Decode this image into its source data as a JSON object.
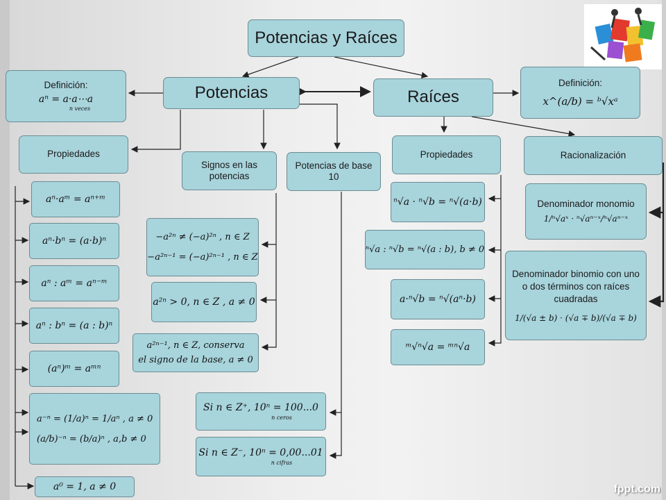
{
  "title": "Potencias y Raíces",
  "potencias": {
    "label": "Potencias",
    "definicion_label": "Definición:",
    "definicion_formula": "aⁿ = a·a⋯a",
    "definicion_under": "n veces",
    "propiedades_label": "Propiedades",
    "signos_label": "Signos en las potencias",
    "base10_label": "Potencias de base 10",
    "propiedades": [
      "aⁿ·aᵐ = aⁿ⁺ᵐ",
      "aⁿ·bⁿ = (a·b)ⁿ",
      "aⁿ : aᵐ = aⁿ⁻ᵐ",
      "aⁿ : bⁿ = (a : b)ⁿ",
      "(aⁿ)ᵐ = aᵐⁿ",
      "a⁻ⁿ = (1/a)ⁿ = 1/aⁿ , a ≠ 0",
      "(a/b)⁻ⁿ = (b/a)ⁿ , a,b ≠ 0",
      "a⁰ = 1, a ≠ 0"
    ],
    "signos": [
      "−a²ⁿ ≠ (−a)²ⁿ , n ∈ Z",
      "−a²ⁿ⁻¹ = (−a)²ⁿ⁻¹ , n ∈ Z",
      "a²ⁿ > 0, n ∈ Z , a ≠ 0",
      "a²ⁿ⁻¹, n ∈ Z, conserva",
      "el signo de la base, a ≠ 0"
    ],
    "base10": [
      "Si n ∈ Z⁺, 10ⁿ = 100...0",
      "n ceros",
      "Si n ∈ Z⁻, 10ⁿ = 0,00...01",
      "n cifras"
    ]
  },
  "raices": {
    "label": "Raíces",
    "definicion_label": "Definición:",
    "definicion_formula": "x^(a/b) = ᵇ√xᵃ",
    "propiedades_label": "Propiedades",
    "racionalizacion_label": "Racionalización",
    "propiedades": [
      "ⁿ√a · ⁿ√b = ⁿ√(a·b)",
      "ⁿ√a : ⁿ√b = ⁿ√(a : b), b ≠ 0",
      "a·ⁿ√b = ⁿ√(aⁿ·b)",
      "ᵐ√ⁿ√a = ᵐⁿ√a"
    ],
    "monomio_label": "Denominador monomio",
    "monomio_formula": "1/ⁿ√aˣ · ⁿ√aⁿ⁻ˣ/ⁿ√aⁿ⁻ˣ",
    "binomio_label": "Denominador binomio con uno o dos términos con raíces cuadradas",
    "binomio_formula": "1/(√a ± b) · (√a ∓ b)/(√a ∓ b)"
  },
  "brand": "fppt.com",
  "colors": {
    "box_fill": "#a8d4dc",
    "box_border": "#6a8c92",
    "line": "#222222"
  }
}
